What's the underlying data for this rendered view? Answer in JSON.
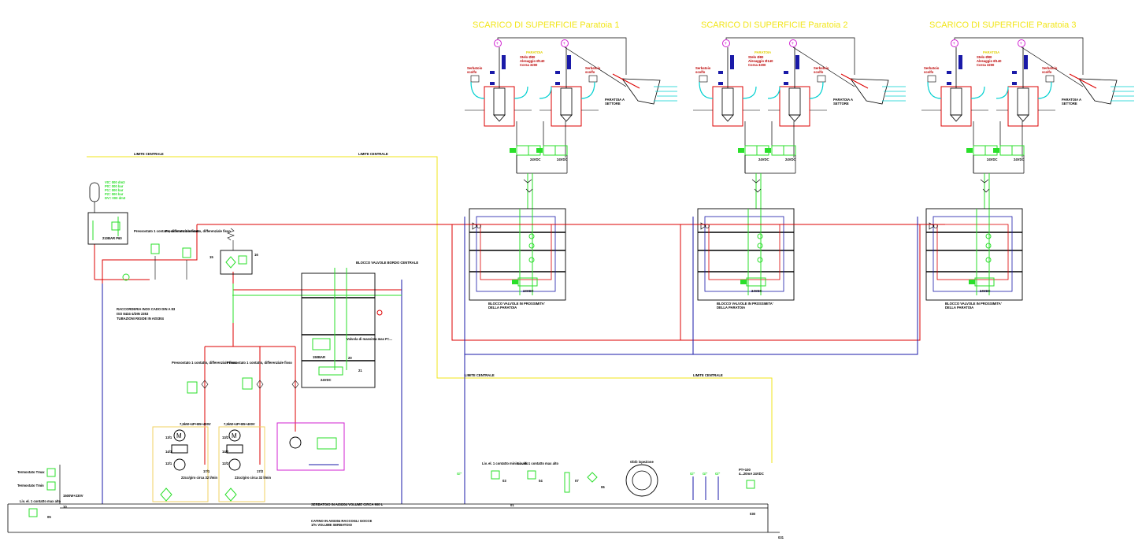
{
  "paratoie": [
    {
      "title": "SCARICO DI SUPERFICIE Paratoia 1"
    },
    {
      "title": "SCARICO DI SUPERFICIE Paratoia 2"
    },
    {
      "title": "SCARICO DI SUPERFICIE Paratoia 3"
    }
  ],
  "gate_unit": {
    "cylinder_spec": "Stelo Ø80 Alesaggio Ø140 Corsa 3200",
    "tank_label": "Serbatoio scolfo",
    "tank_label_2": "Serbatoio scolfo",
    "gate_label": "PARATOIA A SETTORE",
    "valve_voltage": "24VDC",
    "block_label": "BLOCCO VALVOLE IN PROSSIMITA' DELLA PARATOIA"
  },
  "limits": {
    "upper_left": "LIMITE CENTRALE",
    "upper_right": "LIMITE CENTRALE",
    "lower_left": "LIMITE CENTRALE",
    "lower_right": "LIMITE CENTRALE"
  },
  "accumulator": {
    "specs": [
      "V0= 000 dm3",
      "P0= 000 bar",
      "P1= 000 bar",
      "P2= 000 bar",
      "DV= 000 dm3"
    ],
    "relief": "210BAR P60"
  },
  "pressure_switch": "Pressostato 1 contatto, differenziale fisso",
  "fittings_note": [
    "RACCORDERIA INOX CADO DIN A 83",
    "ISO 8434-1/DIN 2353",
    "TUBAZIONI RIGIDE IN AISI304"
  ],
  "central_block": {
    "title": "BLOCCO VALVOLE BORDO CENTRALE",
    "relief_label": "Valvola di massima max P=...",
    "relief_value": "150BAR",
    "valve_voltage": "24VDC",
    "codes": [
      "20",
      "21"
    ]
  },
  "motors": [
    {
      "spec": "7,5kW+4P+B5+400V",
      "pump": "22cc/giro circa 32 l/min",
      "codes": [
        "13/1",
        "14/1",
        "12/1",
        "17/1"
      ]
    },
    {
      "spec": "7,5kW+4P+B5+400V",
      "pump": "22cc/giro circa 32 l/min",
      "codes": [
        "13/2",
        "14/2",
        "12/2",
        "17/2"
      ]
    }
  ],
  "thermostats": [
    "Termostato Tmax",
    "Termostato Tmin"
  ],
  "heater": "1500W+230V",
  "level_switch": "Liv. el. 1 contatto max alto",
  "level_switch_min": "Liv. el. 1 contatto minimo alto",
  "level_switch_max": "Liv. el. 1 contatto max alto",
  "inspection": "Oblò ispezione",
  "temp_sensor": [
    "PT+100",
    "4...20mA 24VDC"
  ],
  "tank_note": "SERBATOIO IN AISI304 VOLUME CIRCA 900 L",
  "tray_note": [
    "CATINO IN AISI304 RACCOGLI GOCCE",
    "1/% VOLUME SERBATOIO"
  ],
  "codes": {
    "filter": "16",
    "filter2": "15",
    "c05": "05",
    "c10": "10",
    "c01": "01",
    "c02": "02",
    "c03": "03",
    "c04": "04",
    "c06": "06",
    "c07": "07",
    "c030": "030",
    "c031": "031"
  },
  "colors": {
    "pressure": "#d00000",
    "return": "#1a1aa8",
    "pilot": "#2adf2a",
    "water": "#00d0d0",
    "limit": "#f2e61a",
    "power": "#d020d0",
    "frame": "#f2d060"
  }
}
